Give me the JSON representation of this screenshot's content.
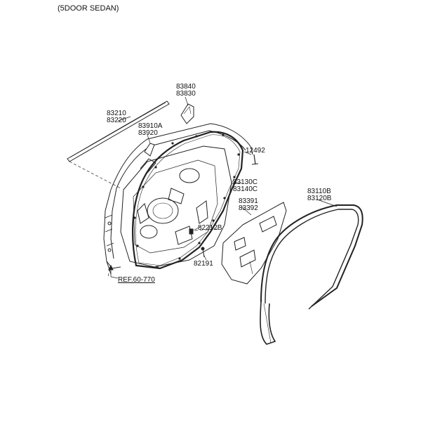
{
  "header": {
    "variant": "(5DOOR SEDAN)"
  },
  "parts": {
    "moulding_a": "83210",
    "moulding_b": "83220",
    "delta_a": "83840",
    "delta_b": "83830",
    "channel_a": "83910A",
    "channel_b": "83920",
    "screw": "12492",
    "weatherstrip_door_a": "83130C",
    "weatherstrip_door_b": "83140C",
    "sealing_cover_a": "83391",
    "sealing_cover_b": "83392",
    "weatherstrip_body_a": "83110B",
    "weatherstrip_body_b": "83120B",
    "clip_a": "82212B",
    "clip_b": "82191",
    "reference": "REF.60-770"
  }
}
